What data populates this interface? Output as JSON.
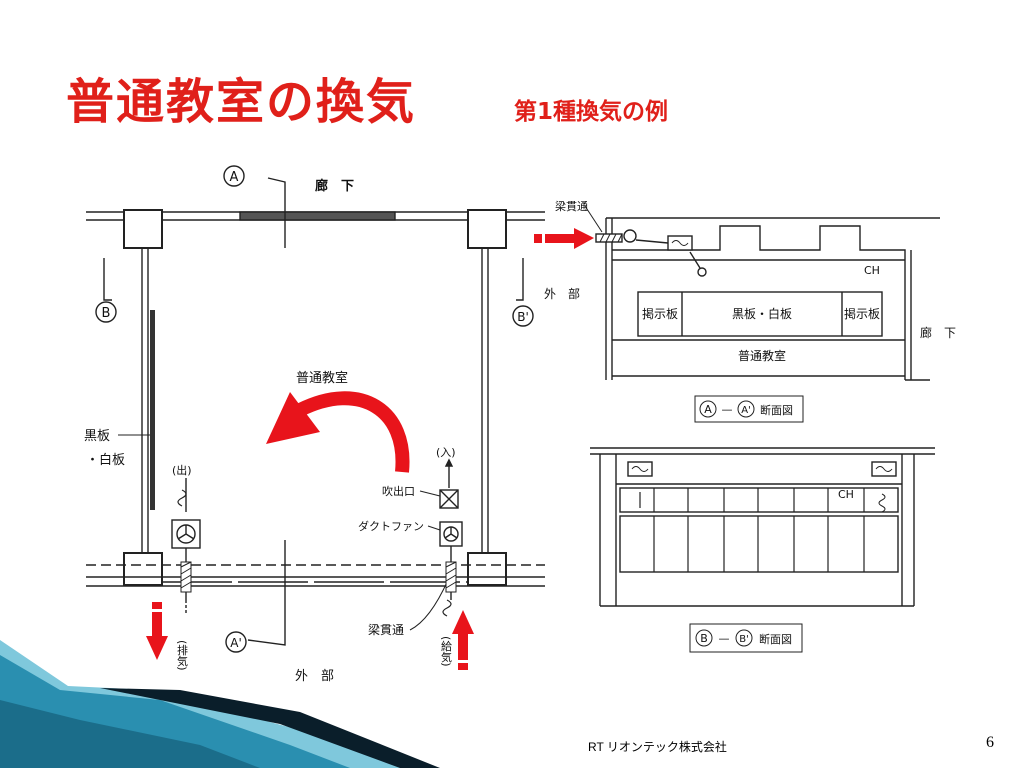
{
  "slide": {
    "title": "普通教室の換気",
    "subtitle": "第1種換気の例",
    "footer": "RT リオンテック株式会社",
    "page_number": "6"
  },
  "plan": {
    "marker_a": "A",
    "marker_a_prime": "A'",
    "marker_b": "B",
    "marker_b_prime": "B'",
    "corridor": "廊　下",
    "outside_right": "外　部",
    "outside_bottom": "外　部",
    "room": "普通教室",
    "board_line1": "黒板",
    "board_line2": "・白板",
    "exhaust_in_label": "(出)",
    "supply_in_label": "(入)",
    "outlet_label": "吹出口",
    "duct_fan_label": "ダクトファン",
    "beam_label": "梁貫通",
    "exhaust_label": "(排気)",
    "supply_label": "(給気)"
  },
  "section_a": {
    "beam_label": "梁貫通",
    "ch_label": "CH",
    "bulletin_left": "掲示板",
    "blackboard": "黒板・白板",
    "bulletin_right": "掲示板",
    "room": "普通教室",
    "corridor": "廊　下",
    "caption_a": "A",
    "caption_dash": "—",
    "caption_a_prime": "A'",
    "caption_text": "断面図"
  },
  "section_b": {
    "ch_label": "CH",
    "caption_b": "B",
    "caption_dash": "—",
    "caption_b_prime": "B'",
    "caption_text": "断面図"
  },
  "colors": {
    "title": "#e0201a",
    "arrow": "#e8141b",
    "slide_teal": "#2a8fb0",
    "slide_dark": "#0a1e2a"
  }
}
